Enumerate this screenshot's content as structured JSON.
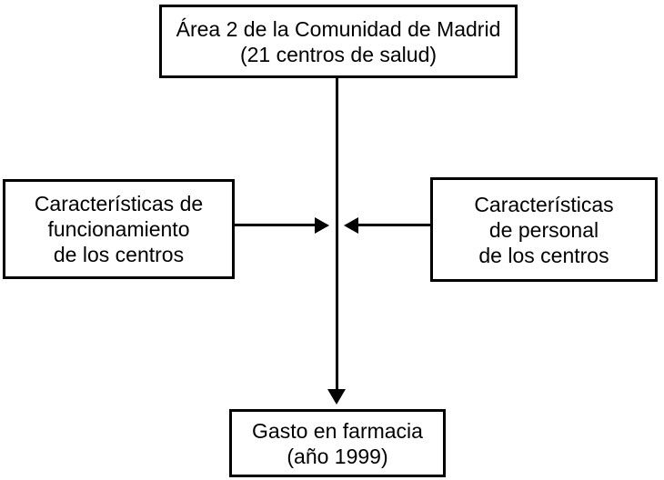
{
  "diagram": {
    "colors": {
      "background": "#ffffff",
      "border": "#000000",
      "text": "#000000",
      "arrow": "#000000"
    },
    "nodes": {
      "area": {
        "lines": [
          "Área 2 de la Comunidad de Madrid",
          "(21 centros de salud)"
        ]
      },
      "funcionamiento": {
        "lines": [
          "Características de",
          "funcionamiento",
          "de los centros"
        ]
      },
      "personal": {
        "lines": [
          "Características",
          "de personal",
          "de los centros"
        ]
      },
      "gasto": {
        "lines": [
          "Gasto en farmacia",
          "(año 1999)"
        ]
      }
    },
    "arrows": [
      {
        "from": "area",
        "to": "gasto",
        "direction": "down"
      },
      {
        "from": "funcionamiento",
        "to": "center",
        "direction": "right"
      },
      {
        "from": "personal",
        "to": "center",
        "direction": "left"
      }
    ]
  }
}
